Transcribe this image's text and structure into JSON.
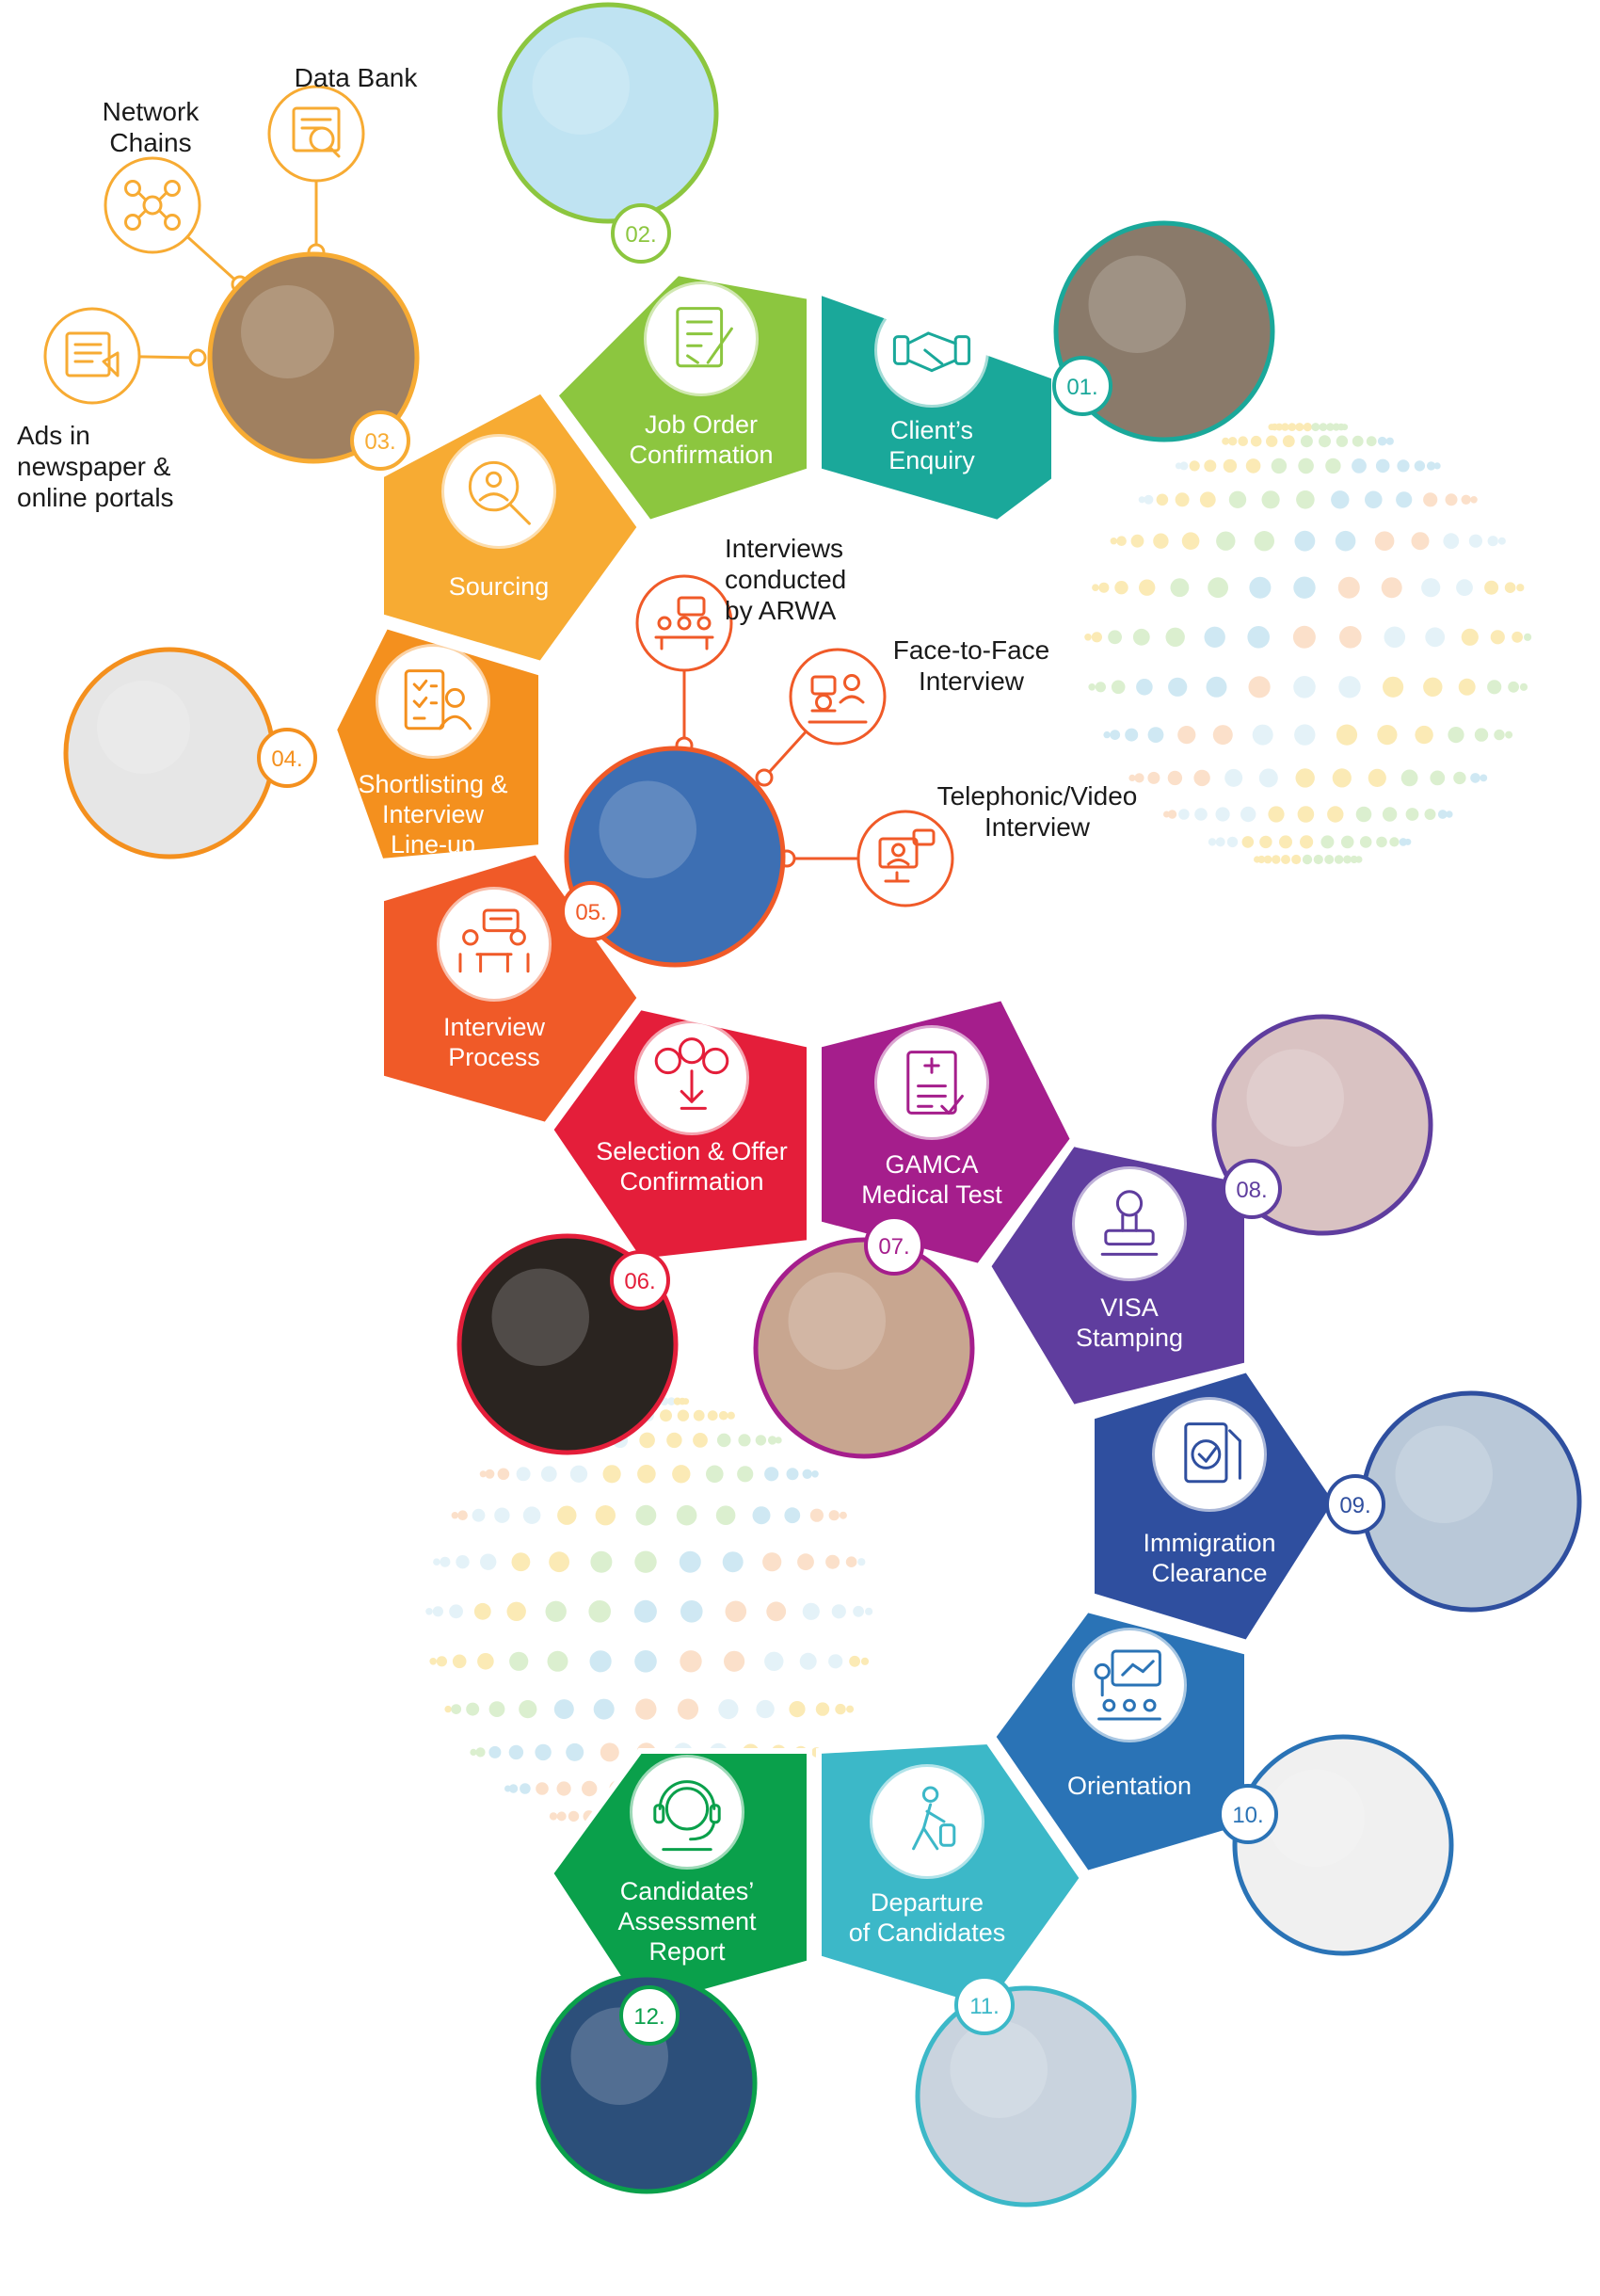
{
  "steps": [
    {
      "num": "01.",
      "lines": [
        "Client’s",
        "Enquiry"
      ],
      "color": "#1aa89a",
      "photo_icon": "handshake-photo",
      "icon": "handshake-icon"
    },
    {
      "num": "02.",
      "lines": [
        "Job Order",
        "Confirmation"
      ],
      "color": "#8cc63f",
      "photo_icon": "checkmark-photo",
      "icon": "contract-icon"
    },
    {
      "num": "03.",
      "lines": [
        "Sourcing"
      ],
      "color": "#f7ab33",
      "photo_icon": "magnifier-photo",
      "icon": "search-person-icon"
    },
    {
      "num": "04.",
      "lines": [
        "Shortlisting &",
        "Interview",
        "Line-up"
      ],
      "color": "#f4901e",
      "photo_icon": "businessmen-photo",
      "icon": "checklist-icon"
    },
    {
      "num": "05.",
      "lines": [
        "Interview",
        "Process"
      ],
      "color": "#f05a28",
      "photo_icon": "interview-photo",
      "icon": "meeting-icon"
    },
    {
      "num": "06.",
      "lines": [
        "Selection & Offer",
        "Confirmation"
      ],
      "color": "#e41e3a",
      "photo_icon": "wooden-blocks-photo",
      "icon": "select-person-icon"
    },
    {
      "num": "07.",
      "lines": [
        "GAMCA",
        "Medical Test"
      ],
      "color": "#a51e8c",
      "photo_icon": "blood-test-photo",
      "icon": "medical-report-icon"
    },
    {
      "num": "08.",
      "lines": [
        "VISA",
        "Stamping"
      ],
      "color": "#5f3d9e",
      "photo_icon": "passport-stamp-photo",
      "icon": "stamp-icon"
    },
    {
      "num": "09.",
      "lines": [
        "Immigration",
        "Clearance"
      ],
      "color": "#2f4f9f",
      "photo_icon": "immigration-photo",
      "icon": "passport-check-icon"
    },
    {
      "num": "10.",
      "lines": [
        "Orientation"
      ],
      "color": "#2a73b6",
      "photo_icon": "meeting-room-photo",
      "icon": "presentation-icon"
    },
    {
      "num": "11.",
      "lines": [
        "Departure",
        "of Candidates"
      ],
      "color": "#3cb8c8",
      "photo_icon": "traveler-photo",
      "icon": "traveler-icon"
    },
    {
      "num": "12.",
      "lines": [
        "Candidates’",
        "Assessment",
        "Report"
      ],
      "color": "#0aa04b",
      "photo_icon": "assessment-photo",
      "icon": "headset-icon"
    }
  ],
  "sourcing_branches": [
    {
      "lines": [
        "Data Bank"
      ],
      "icon": "data-bank-icon"
    },
    {
      "lines": [
        "Network",
        "Chains"
      ],
      "icon": "network-icon"
    },
    {
      "lines": [
        "Ads in",
        "newspaper &",
        "online portals"
      ],
      "icon": "newspaper-ad-icon"
    }
  ],
  "interview_branches": [
    {
      "lines": [
        "Interviews",
        "conducted",
        "by ARWA"
      ],
      "icon": "panel-interview-icon"
    },
    {
      "lines": [
        "Face-to-Face",
        "Interview"
      ],
      "icon": "face-to-face-icon"
    },
    {
      "lines": [
        "Telephonic/Video",
        "Interview"
      ],
      "icon": "video-call-icon"
    }
  ],
  "colors": {
    "sourcing_branch": "#f7ab33",
    "interview_branch": "#f05a28",
    "text_dark": "#1a1a1a",
    "white": "#ffffff"
  }
}
